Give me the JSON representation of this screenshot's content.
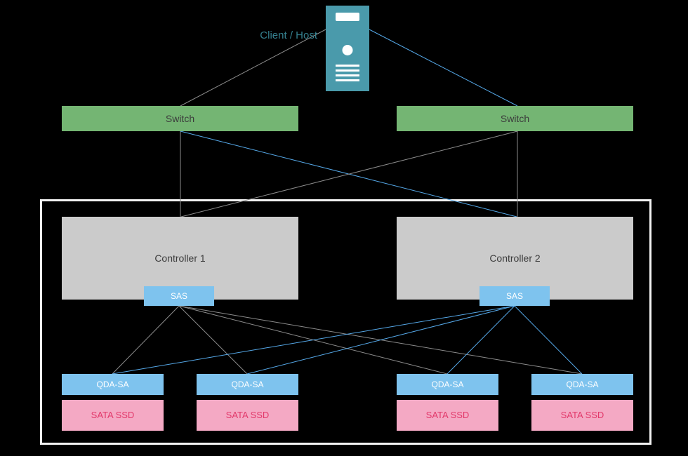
{
  "diagram": {
    "client": {
      "label": "Client / Host"
    },
    "switches": [
      {
        "label": "Switch"
      },
      {
        "label": "Switch"
      }
    ],
    "enclosure": {
      "controllers": [
        {
          "label": "Controller 1",
          "port_label": "SAS"
        },
        {
          "label": "Controller 2",
          "port_label": "SAS"
        }
      ],
      "adapters": [
        {
          "label": "QDA-SA"
        },
        {
          "label": "QDA-SA"
        },
        {
          "label": "QDA-SA"
        },
        {
          "label": "QDA-SA"
        }
      ],
      "drives": [
        {
          "label": "SATA SSD"
        },
        {
          "label": "SATA SSD"
        },
        {
          "label": "SATA SSD"
        },
        {
          "label": "SATA SSD"
        }
      ]
    },
    "connections": [
      {
        "from": "client-host",
        "to": "switch-1",
        "color": "gray"
      },
      {
        "from": "client-host",
        "to": "switch-2",
        "color": "blue"
      },
      {
        "from": "switch-1",
        "to": "controller-1",
        "color": "gray"
      },
      {
        "from": "switch-1",
        "to": "controller-2",
        "color": "blue"
      },
      {
        "from": "switch-2",
        "to": "controller-2",
        "color": "gray"
      },
      {
        "from": "switch-2",
        "to": "controller-1",
        "color": "gray"
      },
      {
        "from": "controller-1-sas",
        "to": "qda-sa-1",
        "color": "gray"
      },
      {
        "from": "controller-1-sas",
        "to": "qda-sa-2",
        "color": "gray"
      },
      {
        "from": "controller-1-sas",
        "to": "qda-sa-3",
        "color": "gray"
      },
      {
        "from": "controller-1-sas",
        "to": "qda-sa-4",
        "color": "gray"
      },
      {
        "from": "controller-2-sas",
        "to": "qda-sa-1",
        "color": "blue"
      },
      {
        "from": "controller-2-sas",
        "to": "qda-sa-2",
        "color": "blue"
      },
      {
        "from": "controller-2-sas",
        "to": "qda-sa-3",
        "color": "blue"
      },
      {
        "from": "controller-2-sas",
        "to": "qda-sa-4",
        "color": "blue"
      }
    ],
    "colors": {
      "background": "#000000",
      "server_teal": "#4A9AAB",
      "client_text": "#35808F",
      "switch_green": "#74B573",
      "controller_gray": "#CBCBCB",
      "port_blue": "#7EC3EE",
      "drive_pink": "#F4A9C4",
      "drive_text": "#E2396B",
      "wire_gray": "#8C8C8C",
      "wire_blue": "#55A8E8",
      "enclosure_border": "#F2F2F2"
    }
  }
}
